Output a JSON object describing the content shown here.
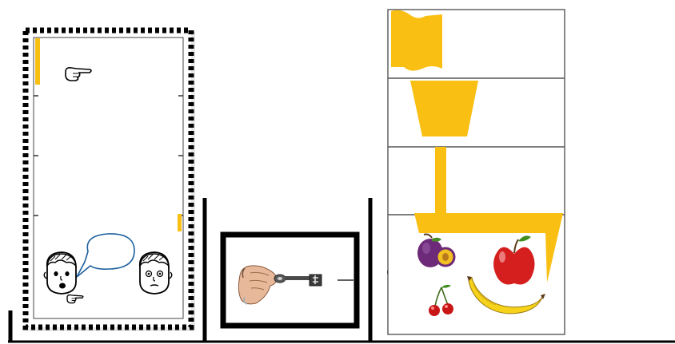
{
  "scene": {
    "accent_color": "#f9bf13",
    "line_color": "#000000",
    "panels": [
      {
        "id": "conversation-card",
        "icons": [
          "pointing-hand-icon",
          "speech-bubble-icon",
          "man-face-icon",
          "man-face-icon",
          "pointing-hand-icon"
        ]
      },
      {
        "id": "key-card",
        "icons": [
          "key-in-hand-icon"
        ]
      },
      {
        "id": "fruit-funnel",
        "icons": [
          "flag-icon",
          "funnel-icon",
          "plum-icon",
          "apple-icon",
          "cherry-icon",
          "banana-icon"
        ]
      }
    ]
  }
}
